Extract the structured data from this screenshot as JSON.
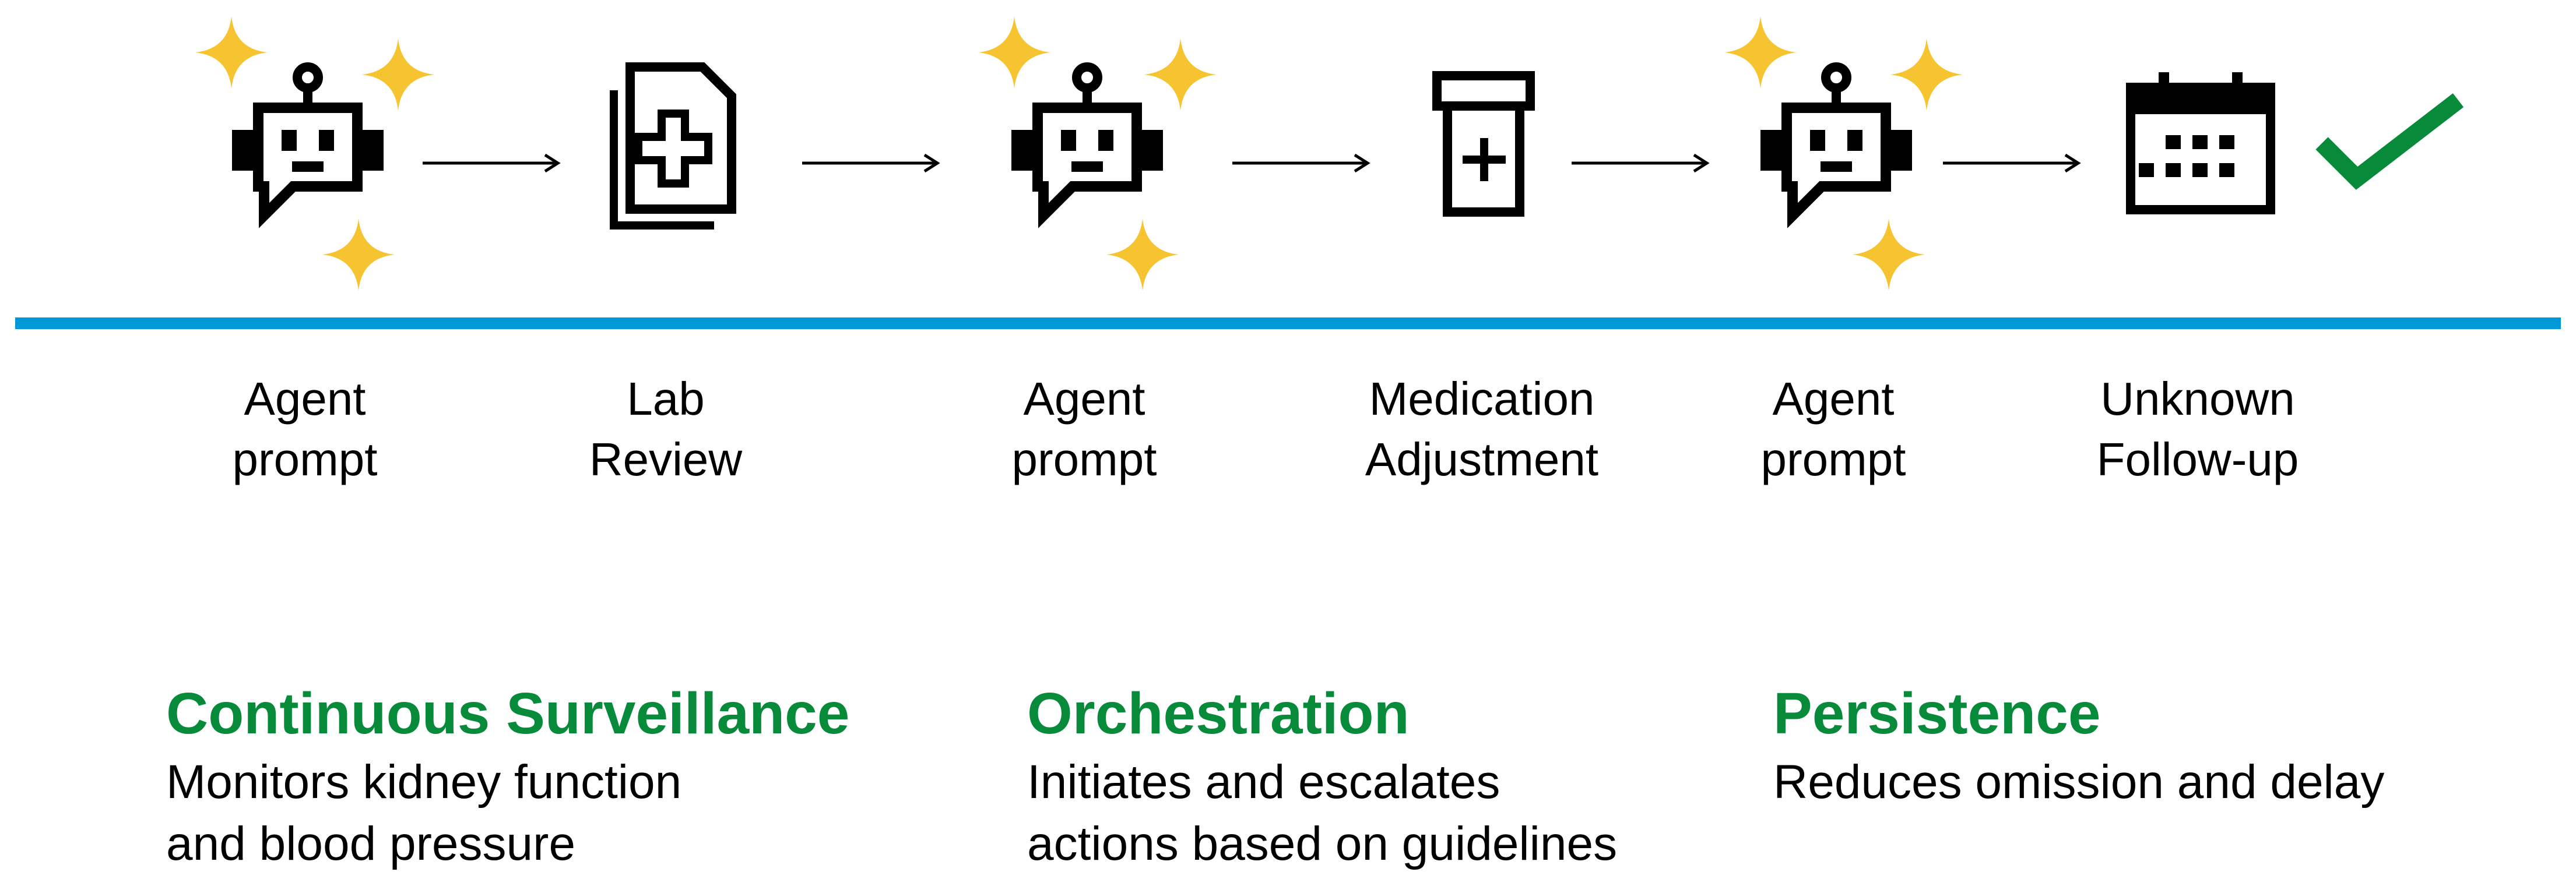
{
  "colors": {
    "accent_blue": "#0099D8",
    "sparkle_yellow": "#F7C431",
    "pillar_green": "#078B3A",
    "check_green": "#078B3A",
    "icon_black": "#000000"
  },
  "steps": [
    {
      "icon": "robot-agent-icon",
      "label_line1": "Agent",
      "label_line2": "prompt"
    },
    {
      "icon": "lab-report-icon",
      "label_line1": "Lab",
      "label_line2": "Review"
    },
    {
      "icon": "robot-agent-icon",
      "label_line1": "Agent",
      "label_line2": "prompt"
    },
    {
      "icon": "medication-bottle-icon",
      "label_line1": "Medication",
      "label_line2": "Adjustment"
    },
    {
      "icon": "robot-agent-icon",
      "label_line1": "Agent",
      "label_line2": "prompt"
    },
    {
      "icon": "calendar-icon",
      "label_line1": "Unknown",
      "label_line2": "Follow-up"
    }
  ],
  "completion_icon": "checkmark-icon",
  "pillars": [
    {
      "title": "Continuous Surveillance",
      "desc_line1": "Monitors kidney function",
      "desc_line2": "and blood pressure"
    },
    {
      "title": "Orchestration",
      "desc_line1": "Initiates and escalates",
      "desc_line2": "actions based on guidelines"
    },
    {
      "title": "Persistence",
      "desc_line1": "Reduces omission and delay"
    }
  ]
}
